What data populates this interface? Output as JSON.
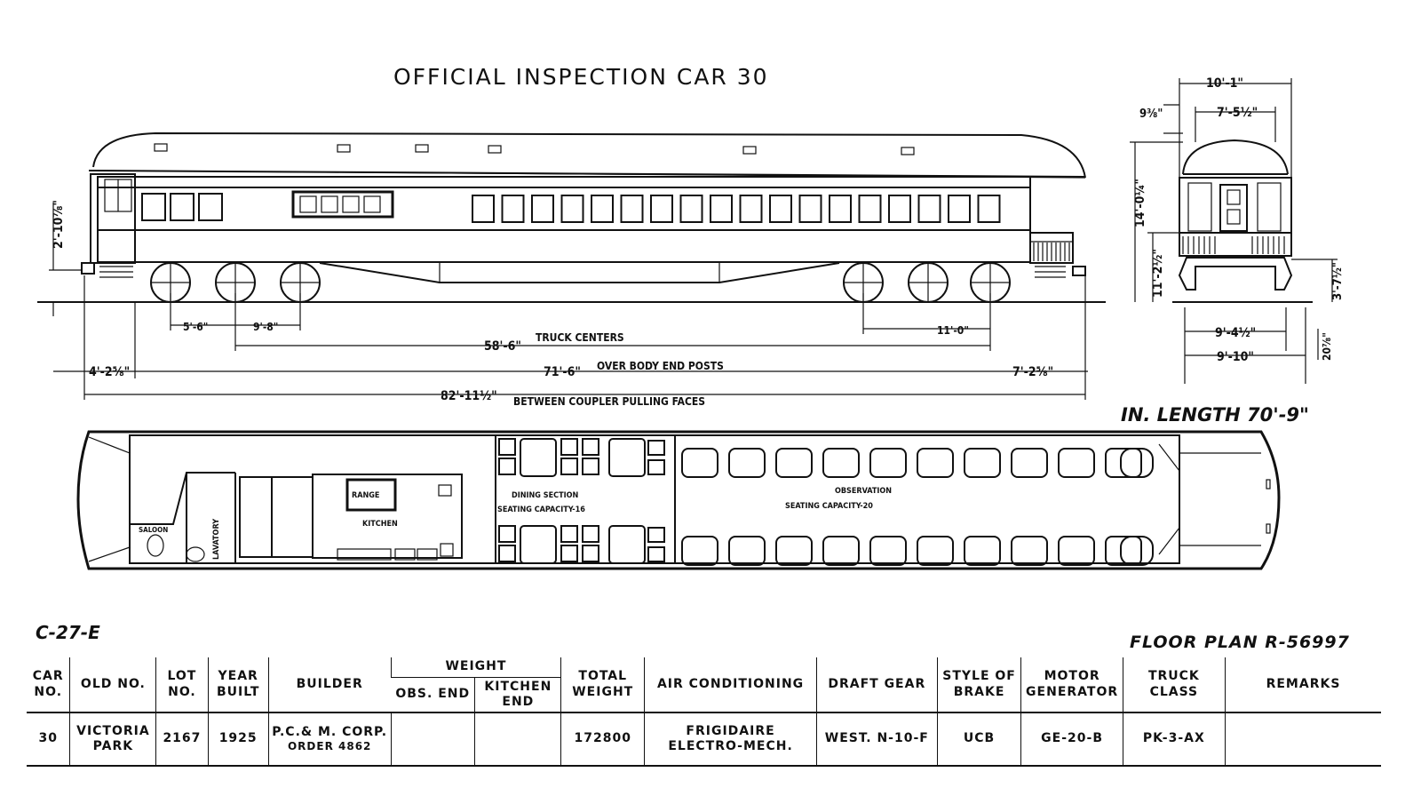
{
  "title": "OFFICIAL INSPECTION CAR 30",
  "side_view": {
    "dims": {
      "height_left": "2'-10⅞\"",
      "wheelbase": "5'-6\"",
      "axle_spacing": "9'-8\"",
      "truck_centers_value": "58'-6\"",
      "truck_centers_label": "TRUCK CENTERS",
      "right_truck": "11'-0\"",
      "left_overhang": "4'-2⅝\"",
      "body_end_posts_value": "71'-6\"",
      "body_end_posts_label": "OVER BODY END POSTS",
      "right_overhang": "7'-2⅝\"",
      "coupler_value": "82'-11½\"",
      "coupler_label": "BETWEEN COUPLER PULLING FACES"
    }
  },
  "end_view": {
    "dims": {
      "width_top": "10'-1\"",
      "roof_height": "9⅜\"",
      "clerestory_width": "7'-5½\"",
      "height_total": "14'-0¼\"",
      "height_to_floor": "11'-2½\"",
      "platform_height": "3'-7½\"",
      "width_a": "9'-4½\"",
      "width_b": "9'-10\"",
      "rail_to_step": "20⅞\""
    },
    "inside_length": "IN. LENGTH 70'-9\""
  },
  "floor_plan": {
    "rooms": {
      "saloon": "SALOON",
      "lavatory": "LAVATORY",
      "range": "RANGE",
      "kitchen": "KITCHEN",
      "dining_line1": "DINING SECTION",
      "dining_line2": "SEATING CAPACITY-16",
      "observation_line1": "OBSERVATION",
      "observation_line2": "SEATING CAPACITY-20"
    }
  },
  "class_code": "C-27-E",
  "floor_plan_ref": "FLOOR PLAN R-56997",
  "table": {
    "headers": {
      "car_no": "CAR NO.",
      "old_no": "OLD NO.",
      "lot_no": "LOT NO.",
      "year_built": "YEAR BUILT",
      "builder": "BUILDER",
      "weight": "WEIGHT",
      "obs_end": "OBS. END",
      "kitchen_end": "KITCHEN END",
      "total_weight": "TOTAL WEIGHT",
      "air_conditioning": "AIR CONDITIONING",
      "draft_gear": "DRAFT GEAR",
      "style_of_brake": "STYLE OF BRAKE",
      "motor_generator": "MOTOR GENERATOR",
      "truck_class": "TRUCK CLASS",
      "remarks": "REMARKS"
    },
    "row": {
      "car_no": "30",
      "old_no": "VICTORIA PARK",
      "lot_no": "2167",
      "year_built": "1925",
      "builder": "P.C.& M. CORP.",
      "builder_order": "ORDER 4862",
      "obs_end": "",
      "kitchen_end": "",
      "total_weight": "172800",
      "air_conditioning": "FRIGIDAIRE ELECTRO-MECH.",
      "draft_gear": "WEST. N-10-F",
      "style_of_brake": "UCB",
      "motor_generator": "GE-20-B",
      "truck_class": "PK-3-AX",
      "remarks": ""
    }
  }
}
